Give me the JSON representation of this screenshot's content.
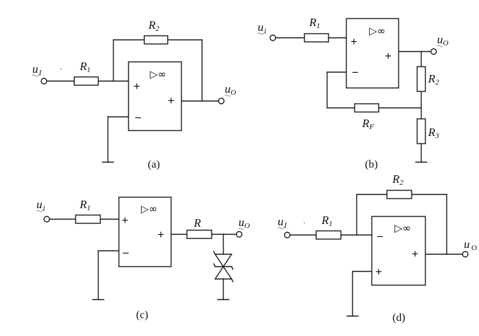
{
  "captions": {
    "a": "(a)",
    "b": "(b)",
    "c": "(c)",
    "d": "(d)"
  },
  "symbols": {
    "input_main": "u",
    "input_sub_roman": "I",
    "input_sub_italic": "i",
    "output_main": "u",
    "output_sub": "O",
    "R_main": "R",
    "R1_sub": "1",
    "R2_sub": "2",
    "R3_sub": "3",
    "RF_sub": "F",
    "plus": "+",
    "minus": "−",
    "opamp": "▷∞"
  }
}
